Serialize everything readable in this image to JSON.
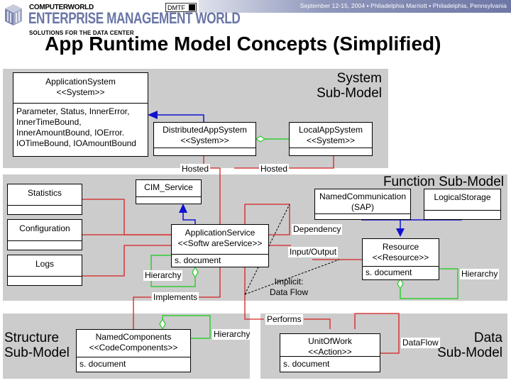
{
  "header": {
    "banner": "September 12-15, 2004 ▪ Philadelphia Marriott ▪ Philadelphia, Pennsylvania",
    "logo_top": "COMPUTERWORLD",
    "logo_main": "ENTERPRISE MANAGEMENT WORLD",
    "logo_sub": "SOLUTIONS FOR THE DATA CENTER",
    "dmtf": "DMTF"
  },
  "title": "App Runtime Model Concepts (Simplified)",
  "panels": {
    "system": "System\nSub-Model",
    "function": "Function Sub-Model",
    "structure": "Structure\nSub-Model",
    "data": "Data\nSub-Model"
  },
  "classes": {
    "application_system": {
      "name": "ApplicationSystem",
      "stereotype": "<<System>>",
      "attributes": "Parameter, Status, InnerError,\nInnerTimeBound,\nInnerAmountBound, IOError.\nIOTimeBound, IOAmountBound"
    },
    "distributed_app_system": {
      "name": "DistributedAppSystem",
      "stereotype": "<<System>>"
    },
    "local_app_system": {
      "name": "LocalAppSystem",
      "stereotype": "<<System>>"
    },
    "statistics": {
      "name": "Statistics"
    },
    "configuration": {
      "name": "Configuration"
    },
    "logs": {
      "name": "Logs"
    },
    "cim_service": {
      "name": "CIM_Service"
    },
    "application_service": {
      "name": "ApplicationService",
      "stereotype": "<<Softw areService>>",
      "attributes": "s. document"
    },
    "named_communication": {
      "name": "NamedCommunication",
      "stereotype": "(SAP)"
    },
    "logical_storage": {
      "name": "LogicalStorage"
    },
    "resource": {
      "name": "Resource",
      "stereotype": "<<Resource>>",
      "attributes": "s. document"
    },
    "named_components": {
      "name": "NamedComponents",
      "stereotype": "<<CodeComponents>>",
      "attributes": "s. document"
    },
    "unit_of_work": {
      "name": "UnitOfWork",
      "stereotype": "<<Action>>",
      "attributes": "s. document"
    }
  },
  "relations": {
    "hosted_1": "Hosted",
    "hosted_2": "Hosted",
    "dependency": "Dependency",
    "input_output": "Input/Output",
    "hierarchy_service": "Hierarchy",
    "hierarchy_resource": "Hierarchy",
    "hierarchy_components": "Hierarchy",
    "implements": "Implements",
    "implicit_data_flow": "Implicit:\nData Flow",
    "performs": "Performs",
    "data_flow": "DataFlow"
  },
  "colors": {
    "panel": "#cccccc",
    "association": "#d62020",
    "inheritance": "#1010d0",
    "aggregation": "#33cc33",
    "banner": "#6e77a5",
    "logo": "#6a76a6"
  }
}
